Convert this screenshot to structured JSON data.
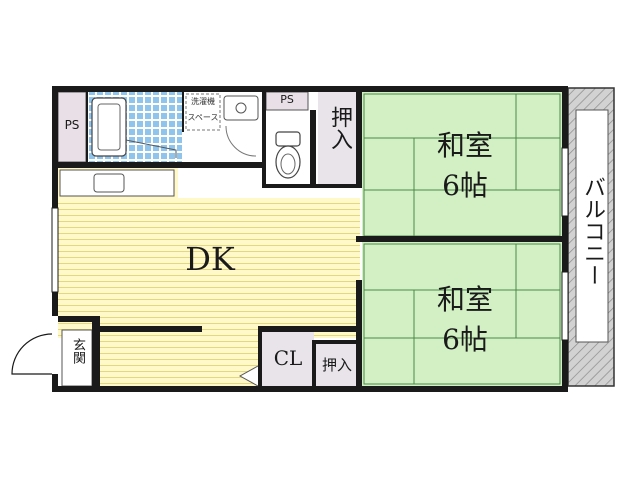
{
  "rooms": {
    "ps_left": "PS",
    "ps_top": "PS",
    "laundry": "洗濯機",
    "laundry_sub": "スペース",
    "oshiire_upper": "押入",
    "washitsu_upper_name": "和室",
    "washitsu_upper_size": "6帖",
    "washitsu_lower_name": "和室",
    "washitsu_lower_size": "6帖",
    "dk": "DK",
    "cl": "CL",
    "oshiire_lower": "押入",
    "genkan": "玄関",
    "balcony": "バルコニー"
  },
  "colors": {
    "wall": "#1a1a1a",
    "tatami": "#d3f0c4",
    "tatami_line": "#4a8a4a",
    "dk_floor": "#fff8c8",
    "dk_line": "#e0d480",
    "closet": "#e8e4ea",
    "bath_tile": "#8fc4ec",
    "balcony": "#c8c8c8",
    "ps": "#e8e0e6"
  }
}
